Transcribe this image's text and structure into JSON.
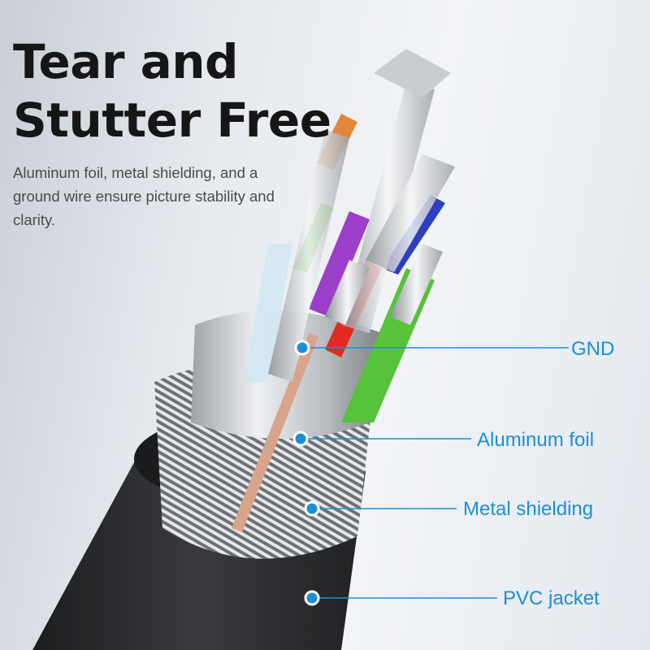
{
  "headline": {
    "line1": "Tear and",
    "line2": "Stutter Free"
  },
  "description": "Aluminum foil, metal shielding, and a ground wire ensure picture stability and clarity.",
  "callouts": [
    {
      "label": "GND"
    },
    {
      "label": "Aluminum foil"
    },
    {
      "label": "Metal shielding"
    },
    {
      "label": "PVC jacket"
    }
  ],
  "colors": {
    "accent": "#1b8fd6",
    "title": "#161616",
    "jacket": "#2a2b2d"
  }
}
